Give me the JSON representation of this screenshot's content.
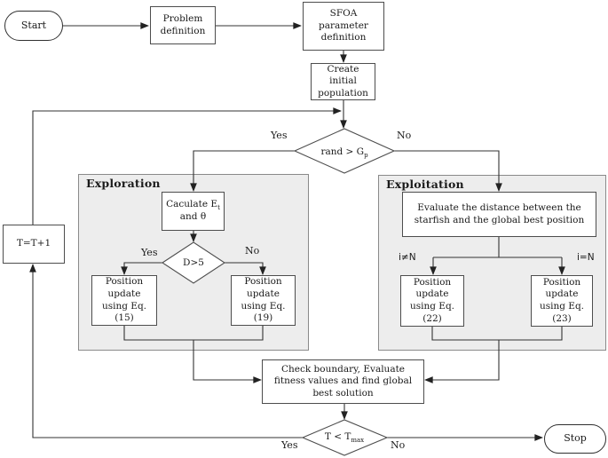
{
  "figure": {
    "type": "flowchart",
    "background": "#ffffff"
  },
  "colors": {
    "container_fill": "#ededed",
    "container_border": "#8a8a8a",
    "node_border": "#4d4d4d",
    "wire": "#333333",
    "text": "#1a1a1a"
  },
  "groups": {
    "exploration": "Exploration",
    "exploitation": "Exploitation"
  },
  "nodes": {
    "start": "Start",
    "problem": "Problem definition",
    "sfoa": "SFOA parameter definition",
    "create": "Create initial population",
    "rand_decision": {
      "main": "rand > G",
      "sub": "p"
    },
    "calculate": {
      "line1": "Caculate E",
      "line1_sub": "t",
      "line2": "and θ"
    },
    "d5_decision": "D>5",
    "eq15": "Position update using Eq.(15)",
    "eq19": "Position update using Eq.(19)",
    "evaluate": "Evaluate the distance between the starfish and the global best position",
    "eq22": "Position update using Eq.(22)",
    "eq23": "Position update using Eq.(23)",
    "iterate": "T=T+1",
    "check": "Check boundary, Evaluate fitness values and find global best solution",
    "tmax_decision": {
      "main": "T < T",
      "sub": "max"
    },
    "stop": "Stop"
  },
  "edge_labels": {
    "rand_yes": "Yes",
    "rand_no": "No",
    "d5_yes": "Yes",
    "d5_no": "No",
    "i_neq": "i≠N",
    "i_eq": "i=N",
    "tmax_yes": "Yes",
    "tmax_no": "No"
  }
}
